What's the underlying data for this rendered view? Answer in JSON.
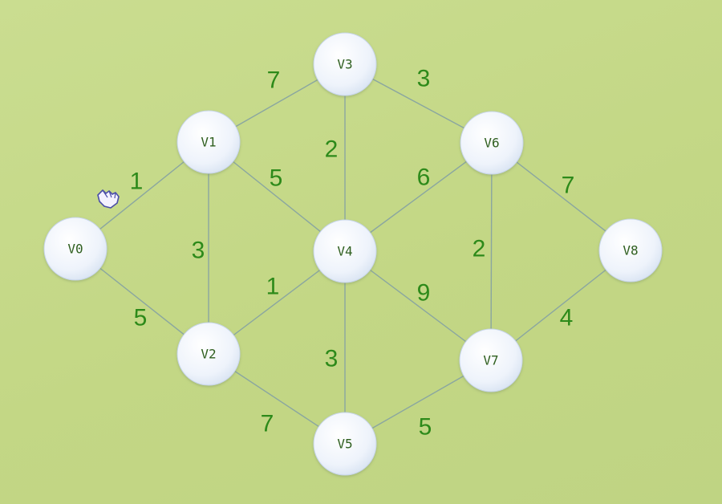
{
  "graph": {
    "nodes": [
      {
        "id": "V0",
        "label": "V0"
      },
      {
        "id": "V1",
        "label": "V1"
      },
      {
        "id": "V2",
        "label": "V2"
      },
      {
        "id": "V3",
        "label": "V3"
      },
      {
        "id": "V4",
        "label": "V4"
      },
      {
        "id": "V5",
        "label": "V5"
      },
      {
        "id": "V6",
        "label": "V6"
      },
      {
        "id": "V7",
        "label": "V7"
      },
      {
        "id": "V8",
        "label": "V8"
      }
    ],
    "edges": [
      {
        "from": "V0",
        "to": "V1",
        "weight": "1"
      },
      {
        "from": "V0",
        "to": "V2",
        "weight": "5"
      },
      {
        "from": "V1",
        "to": "V2",
        "weight": "3"
      },
      {
        "from": "V1",
        "to": "V3",
        "weight": "7"
      },
      {
        "from": "V1",
        "to": "V4",
        "weight": "5"
      },
      {
        "from": "V2",
        "to": "V4",
        "weight": "1"
      },
      {
        "from": "V2",
        "to": "V5",
        "weight": "7"
      },
      {
        "from": "V3",
        "to": "V4",
        "weight": "2"
      },
      {
        "from": "V3",
        "to": "V6",
        "weight": "3"
      },
      {
        "from": "V4",
        "to": "V5",
        "weight": "3"
      },
      {
        "from": "V4",
        "to": "V6",
        "weight": "6"
      },
      {
        "from": "V4",
        "to": "V7",
        "weight": "9"
      },
      {
        "from": "V5",
        "to": "V7",
        "weight": "5"
      },
      {
        "from": "V6",
        "to": "V7",
        "weight": "2"
      },
      {
        "from": "V6",
        "to": "V8",
        "weight": "7"
      },
      {
        "from": "V7",
        "to": "V8",
        "weight": "4"
      }
    ]
  },
  "cursor": {
    "icon": "hand-pointer-icon"
  },
  "colors": {
    "background": "#c6d98a",
    "edge": "#8aa6a0",
    "weight": "#2d8a1a",
    "node_label": "#2f5f1f"
  }
}
